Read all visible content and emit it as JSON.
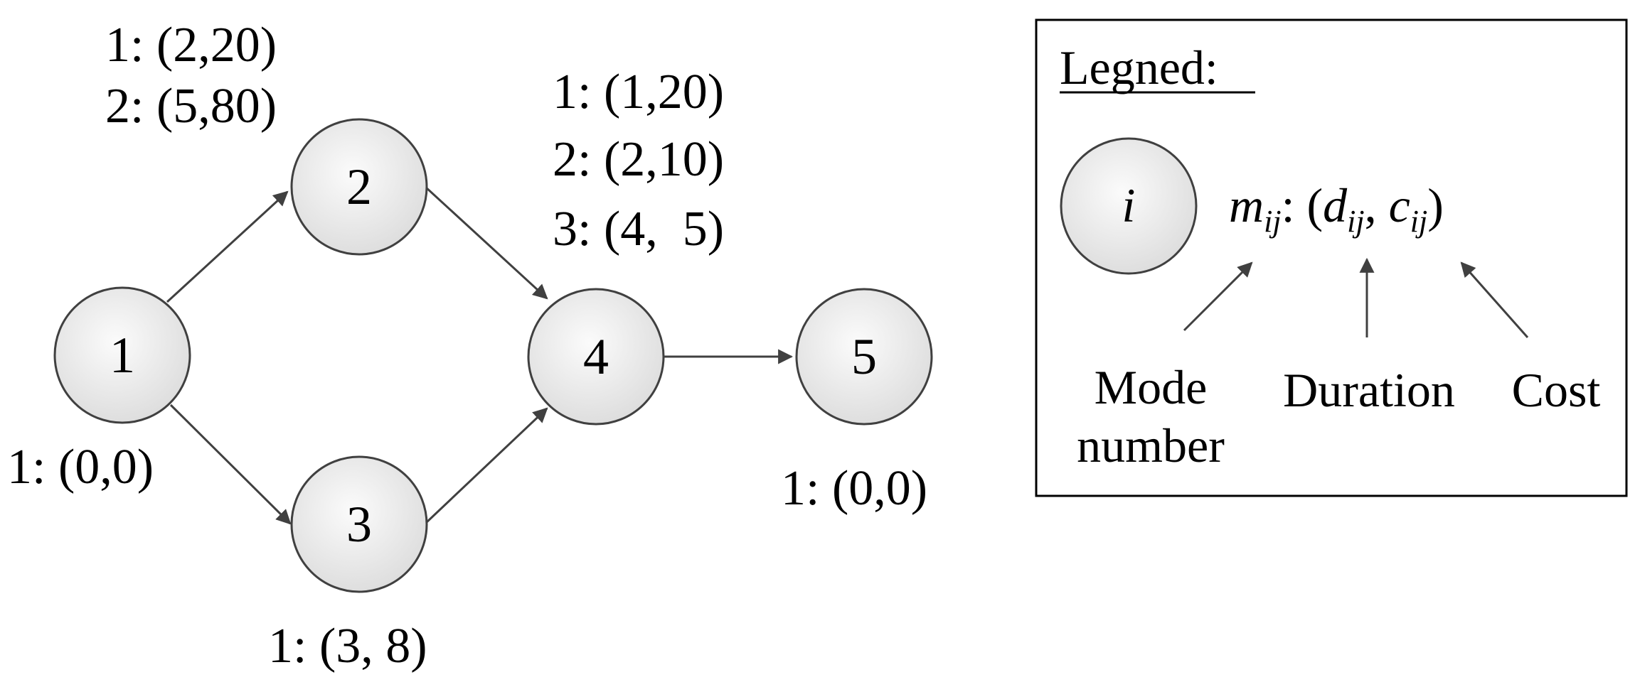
{
  "nodes": [
    {
      "id": "1",
      "label": "1",
      "modes": [
        "1: (0,0)"
      ]
    },
    {
      "id": "2",
      "label": "2",
      "modes": [
        "1: (2,20)",
        "2: (5,80)"
      ]
    },
    {
      "id": "3",
      "label": "3",
      "modes": [
        "1: (3, 8)"
      ]
    },
    {
      "id": "4",
      "label": "4",
      "modes": [
        "1: (1,20)",
        "2: (2,10)",
        "3: (4,  5)"
      ]
    },
    {
      "id": "5",
      "label": "5",
      "modes": [
        "1: (0,0)"
      ]
    }
  ],
  "edges": [
    {
      "from": "1",
      "to": "2"
    },
    {
      "from": "1",
      "to": "3"
    },
    {
      "from": "2",
      "to": "4"
    },
    {
      "from": "3",
      "to": "4"
    },
    {
      "from": "4",
      "to": "5"
    }
  ],
  "legend": {
    "title": "Legned:",
    "node_symbol": "i",
    "formula": {
      "m": "m",
      "m_sub": "ij",
      "colon_open": ": (",
      "d": "d",
      "d_sub": "ij",
      "comma": ", ",
      "c": "c",
      "c_sub": "ij",
      "close": ")"
    },
    "captions": {
      "mode_line1": "Mode",
      "mode_line2": "number",
      "duration": "Duration",
      "cost": "Cost"
    }
  },
  "colors": {
    "node_fill_light": "#fafafa",
    "node_fill_dark": "#dcdcdc",
    "stroke": "#404040",
    "arrow": "#404040"
  }
}
